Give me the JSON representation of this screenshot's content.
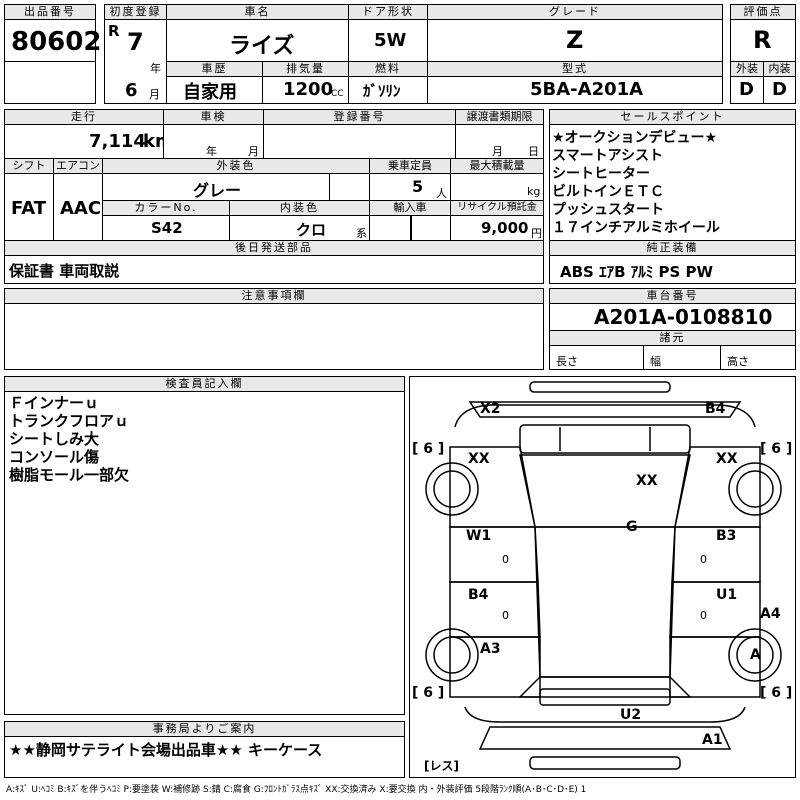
{
  "header": {
    "lot_no_label": "出品番号",
    "lot_no": "80602",
    "first_reg_label": "初度登録",
    "era": "R",
    "reg_year": "7",
    "year_unit": "年",
    "reg_month": "6",
    "month_unit": "月",
    "car_name_label": "車名",
    "car_name": "ライズ",
    "history_label": "車歴",
    "history": "自家用",
    "displacement_label": "排気量",
    "displacement": "1200",
    "cc_unit": "CC",
    "door_label": "ドア形状",
    "door": "5W",
    "fuel_label": "燃料",
    "fuel": "ｶﾞｿﾘﾝ",
    "grade_label": "グレード",
    "grade": "Z",
    "model_label": "型式",
    "model": "5BA-A201A",
    "score_label": "評価点",
    "score": "R",
    "ext_label": "外装",
    "ext": "D",
    "int_label": "内装",
    "int": "D"
  },
  "row2": {
    "mileage_label": "走行",
    "mileage": "7,114",
    "km_unit": "km",
    "inspection_label": "車検",
    "year_unit": "年",
    "month_unit": "月",
    "reg_no_label": "登録番号",
    "transfer_label": "譲渡書類期限",
    "month_unit2": "月",
    "day_unit": "日",
    "shift_label": "シフト",
    "shift": "FAT",
    "ac_label": "エアコン",
    "ac": "AAC",
    "ext_color_label": "外装色",
    "ext_color": "グレー",
    "capacity_label": "乗車定員",
    "capacity": "5",
    "capacity_unit": "人",
    "load_label": "最大積載量",
    "load_unit": "kg",
    "color_no_label": "カラーNo.",
    "color_no": "S42",
    "int_color_label": "内装色",
    "int_color": "クロ",
    "int_color_unit": "系",
    "import_label": "輸入車",
    "recycle_label": "リサイクル預託金",
    "recycle": "9,000",
    "yen_unit": "円",
    "later_label": "後日発送部品",
    "later": "保証書 車両取説"
  },
  "sales": {
    "label": "セールスポイント",
    "items": [
      "★オークションデビュー★",
      "スマートアシスト",
      "シートヒーター",
      "ビルトインＥＴＣ",
      "プッシュスタート",
      "１７インチアルミホイール"
    ]
  },
  "equipment": {
    "label": "純正装備",
    "value": "ABS ｴｱB ｱﾙﾐ PS PW"
  },
  "notes": {
    "label": "注意事項欄"
  },
  "chassis": {
    "label": "車台番号",
    "value": "A201A-0108810"
  },
  "dims": {
    "label": "諸元",
    "length": "長さ",
    "width": "幅",
    "height": "高さ"
  },
  "inspector": {
    "label": "検査員記入欄",
    "items": [
      "Ｆインナーｕ",
      "トランクフロアｕ",
      "シートしみ大",
      "コンソール傷",
      "樹脂モール一部欠"
    ]
  },
  "office": {
    "label": "事務局よりご案内",
    "value": "★★静岡サテライト会場出品車★★ キーケース"
  },
  "diagram": {
    "x2": "X2",
    "b4_top": "B4",
    "xx_left": "XX",
    "xx_right": "XX",
    "xx_center": "XX",
    "g": "G",
    "w1": "W1",
    "b3": "B3",
    "b4_left": "B4",
    "u1": "U1",
    "a4": "A4",
    "a3": "A3",
    "a": "A",
    "u2": "U2",
    "a1": "A1",
    "six_tl": "[ 6 ]",
    "six_tr": "[ 6 ]",
    "six_bl": "[ 6 ]",
    "six_br": "[ 6 ]",
    "zero": "0",
    "res": "[レス]"
  },
  "legend": "A:ｷｽﾞ U:ﾍｺﾐ B:ｷｽﾞを伴うﾍｺﾐ P:要塗装 W:補修跡 S:錆 C:腐食 G:ﾌﾛﾝﾄｶﾞﾗｽ点ｷｽﾞ XX:交換済み X:要交換 内・外装評価 5段階ﾗﾝｸ順(A･B･C･D･E) 1"
}
